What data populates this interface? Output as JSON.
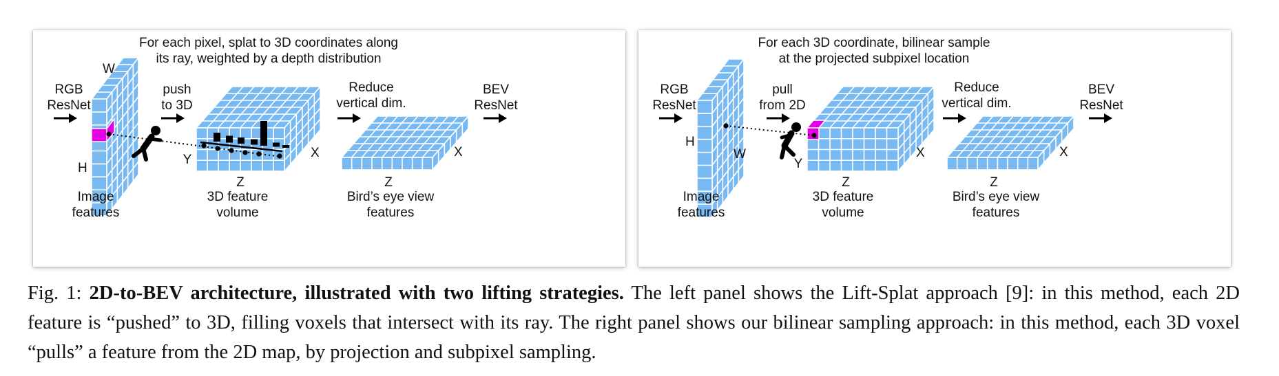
{
  "panels": [
    {
      "title_lines": [
        "For each pixel, splat to 3D coordinates along",
        "its ray, weighted by a depth distribution"
      ],
      "input": [
        "RGB",
        "ResNet"
      ],
      "action": [
        "push",
        "to 3D"
      ],
      "reduce": [
        "Reduce",
        "vertical dim."
      ],
      "output": [
        "BEV",
        "ResNet"
      ],
      "axes": {
        "w": "W",
        "h": "H",
        "y": "Y",
        "x": "X",
        "z": "Z",
        "bev_z": "Z",
        "bev_x": "X"
      },
      "image_features": [
        "Image",
        "features"
      ],
      "volume": [
        "3D feature",
        "volume"
      ],
      "bev": [
        "Bird’s eye view",
        "features"
      ]
    },
    {
      "title_lines": [
        "For each 3D coordinate, bilinear sample",
        "at the projected subpixel location"
      ],
      "input": [
        "RGB",
        "ResNet"
      ],
      "action": [
        "pull",
        "from 2D"
      ],
      "reduce": [
        "Reduce",
        "vertical dim."
      ],
      "output": [
        "BEV",
        "ResNet"
      ],
      "axes": {
        "w": "W",
        "h": "H",
        "y": "Y",
        "x": "X",
        "z": "Z",
        "bev_z": "Z",
        "bev_x": "X"
      },
      "image_features": [
        "Image",
        "features"
      ],
      "volume": [
        "3D feature",
        "volume"
      ],
      "bev": [
        "Bird’s eye view",
        "features"
      ]
    }
  ],
  "caption": {
    "fig": "Fig. 1:",
    "bold": "2D-to-BEV architecture, illustrated with two lifting strategies.",
    "text": "The left panel shows the Lift-Splat approach [9]: in this method, each 2D feature is “pushed” to 3D, filling voxels that intersect with its ray. The right panel shows our bilinear sampling approach: in this method, each 3D voxel “pulls” a feature from the 2D map, by projection and subpixel sampling."
  },
  "colors": {
    "grid": "#78b9f2",
    "highlight": "#e600e6",
    "line": "#ffffff",
    "ink": "#000000"
  }
}
